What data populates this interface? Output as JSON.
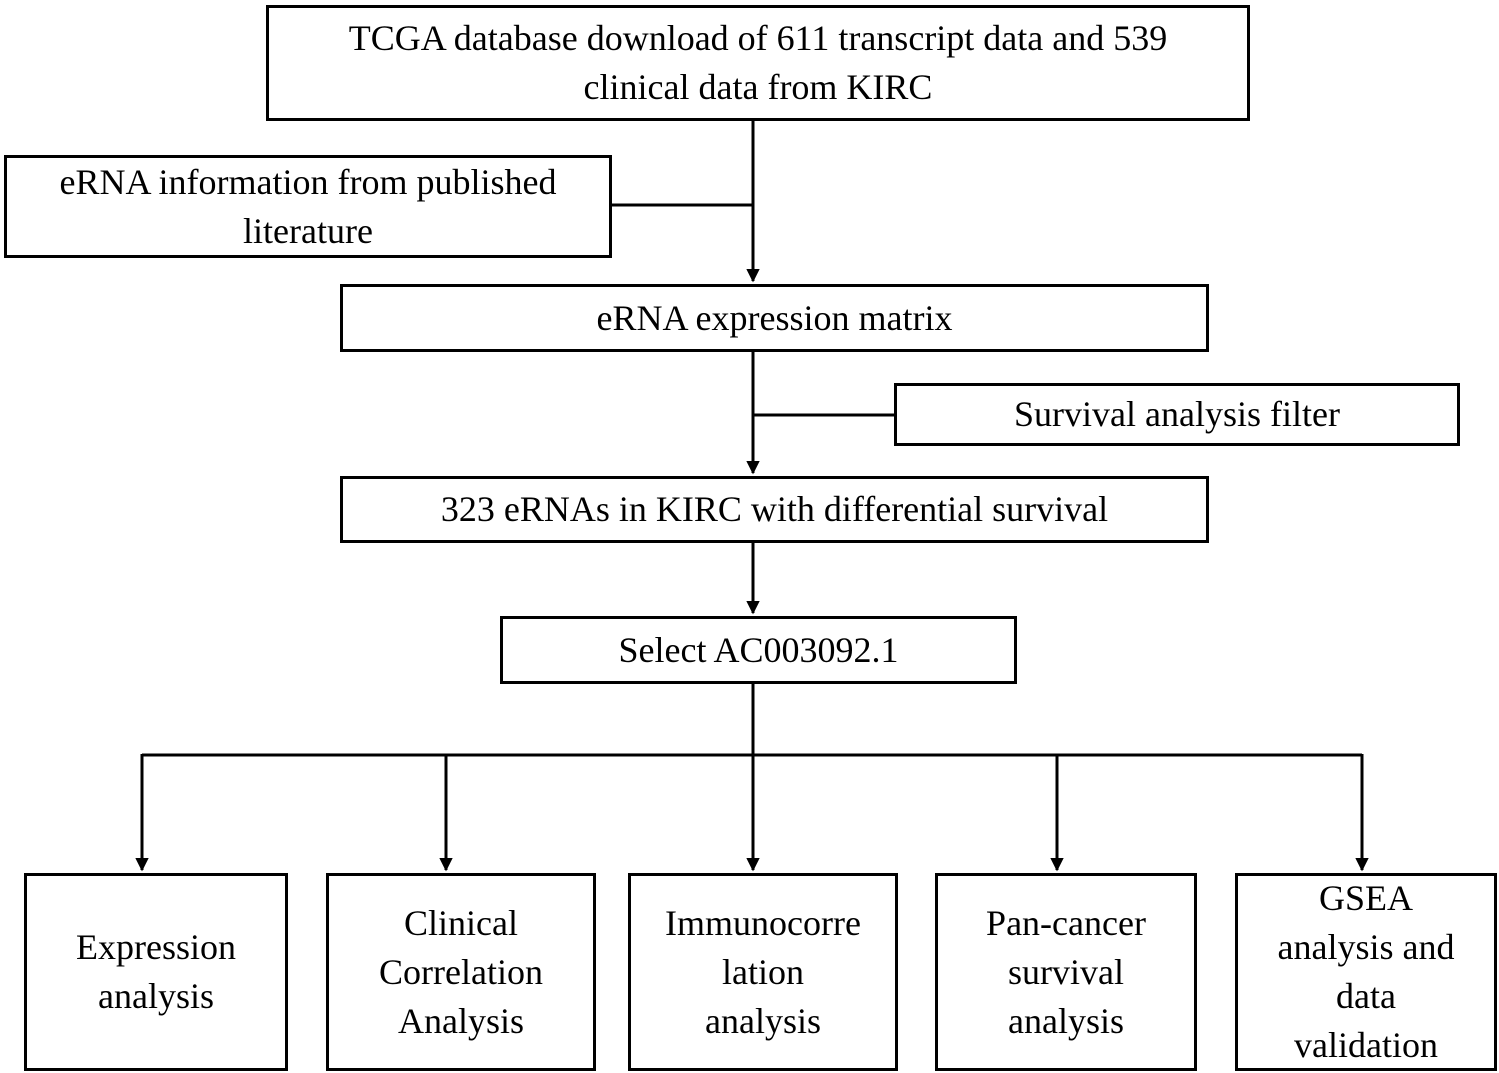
{
  "diagram": {
    "nodes": {
      "tcga": "TCGA database download of 611 transcript data and 539\nclinical data from KIRC",
      "literature": "eRNA information from published\nliterature",
      "matrix": "eRNA expression matrix",
      "filter": "Survival analysis filter",
      "survival_erna": "323 eRNAs in KIRC with differential survival",
      "select": "Select AC003092.1",
      "expression": "Expression\nanalysis",
      "clinical": "Clinical\nCorrelation\nAnalysis",
      "immuno": "Immunocorre\nlation\nanalysis",
      "pancancer": "Pan-cancer\nsurvival\nanalysis",
      "gsea": "GSEA\nanalysis and\ndata\nvalidation"
    },
    "edges": [
      {
        "from": "tcga",
        "to": "matrix"
      },
      {
        "from": "literature",
        "to": "matrix"
      },
      {
        "from": "matrix",
        "to": "survival_erna"
      },
      {
        "from": "filter",
        "to": "survival_erna"
      },
      {
        "from": "survival_erna",
        "to": "select"
      },
      {
        "from": "select",
        "to": "expression"
      },
      {
        "from": "select",
        "to": "clinical"
      },
      {
        "from": "select",
        "to": "immuno"
      },
      {
        "from": "select",
        "to": "pancancer"
      },
      {
        "from": "select",
        "to": "gsea"
      }
    ]
  },
  "colors": {
    "stroke": "#000000",
    "background": "#ffffff"
  }
}
